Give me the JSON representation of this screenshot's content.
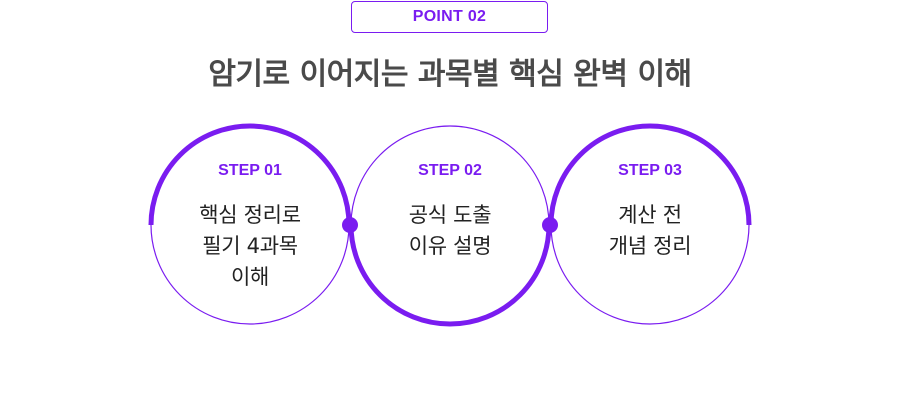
{
  "badge": {
    "label": "POINT 02"
  },
  "headline": "암기로 이어지는 과목별 핵심 완벽 이해",
  "steps": [
    {
      "label": "STEP 01",
      "text": "핵심 정리로\n필기 4과목\n이해"
    },
    {
      "label": "STEP 02",
      "text": "공식 도출\n이유 설명"
    },
    {
      "label": "STEP 03",
      "text": "계산 전\n개념 정리"
    }
  ],
  "colors": {
    "accent": "#7a1cf0",
    "headline": "#4a4a4a",
    "body_text": "#222222"
  }
}
